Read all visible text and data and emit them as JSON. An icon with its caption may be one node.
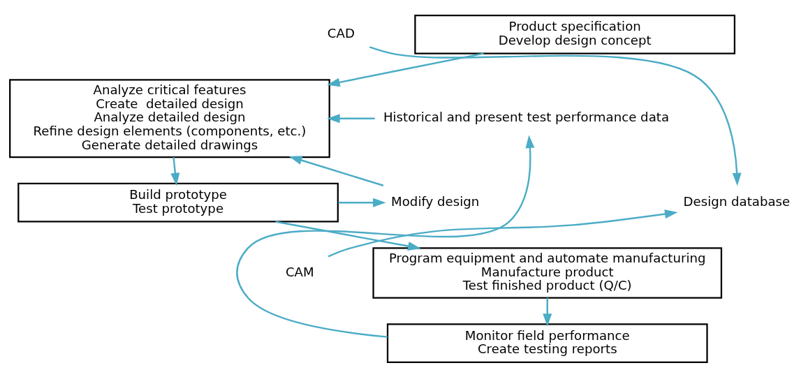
{
  "diagram": {
    "nodes": [
      {
        "text": [
          "Product specification",
          "Develop design concept"
        ]
      },
      {
        "text": [
          "Analyze critical features",
          "Create  detailed design",
          "Analyze detailed design",
          "Refine design elements (components, etc.)",
          "Generate detailed drawings"
        ]
      },
      {
        "text": [
          "Build prototype",
          "Test prototype"
        ]
      },
      {
        "text": [
          "Program equipment and automate manufacturing",
          "Manufacture product",
          "Test finished product (Q/C)"
        ]
      },
      {
        "text": [
          "Monitor field performance",
          "Create testing reports"
        ]
      },
      {
        "text": [
          "Historical and present test performance data"
        ]
      },
      {
        "text": [
          "Modify design"
        ]
      },
      {
        "text": [
          "CAD"
        ]
      },
      {
        "text": [
          "Design database"
        ]
      },
      {
        "text": [
          "CAM"
        ]
      }
    ],
    "edges": [
      {
        "from": 0,
        "to": 1,
        "arrow": "to"
      },
      {
        "from": 1,
        "to": 2,
        "arrow": "to"
      },
      {
        "from": 2,
        "to": 3,
        "arrow": "to"
      },
      {
        "from": 3,
        "to": 4,
        "arrow": "to"
      },
      {
        "from": 5,
        "to": 1,
        "arrow": "to"
      },
      {
        "from": 6,
        "to": 1,
        "arrow": "to"
      },
      {
        "from": 2,
        "to": 6,
        "arrow": "to"
      },
      {
        "from": 4,
        "to": 5,
        "arrow": "to"
      },
      {
        "from": 7,
        "to": 8,
        "arrow": "to"
      },
      {
        "from": 9,
        "to": 8,
        "arrow": "to"
      }
    ]
  }
}
